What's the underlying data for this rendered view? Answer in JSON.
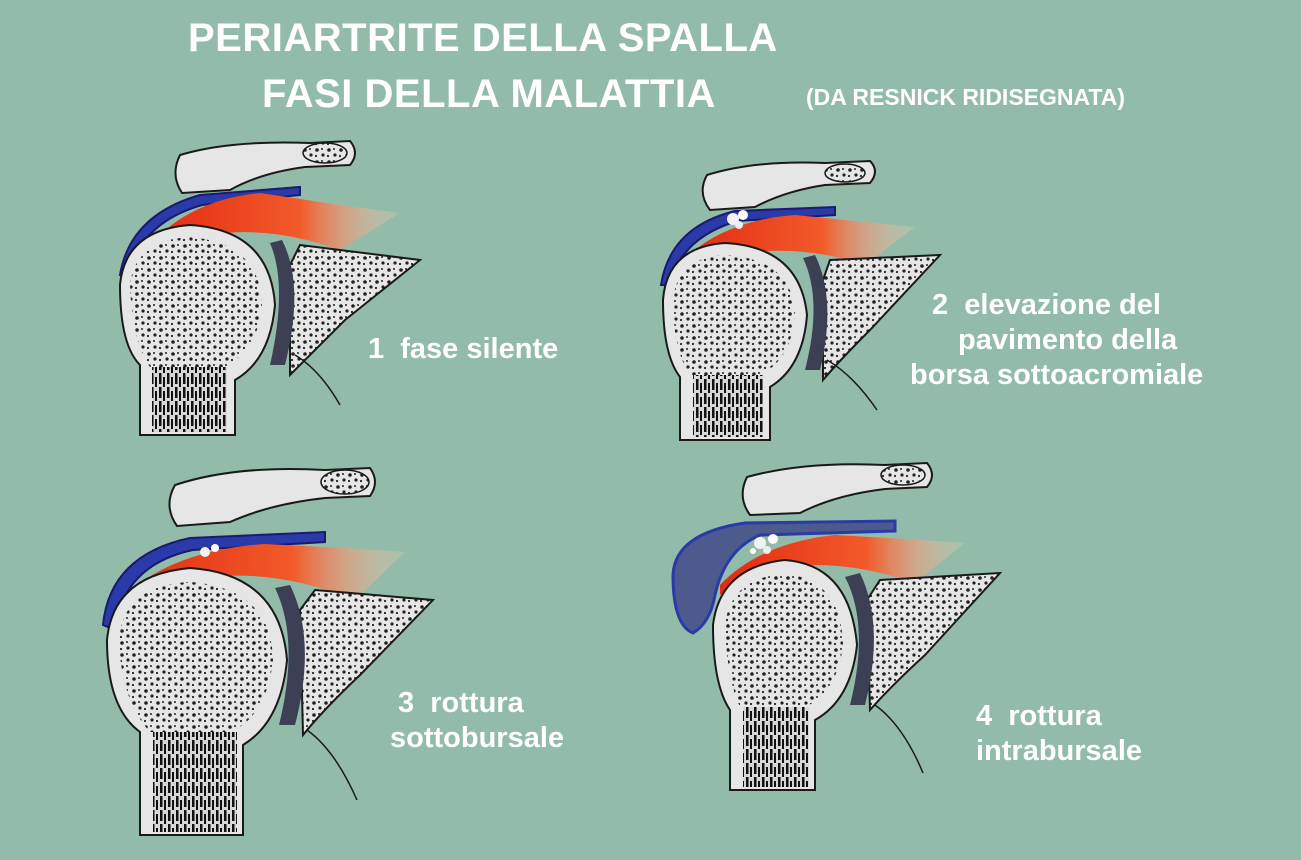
{
  "header": {
    "title_line1": "PERIARTRITE DELLA SPALLA",
    "title_line2": "FASI DELLA MALATTIA",
    "source_note": "(DA RESNICK RIDISEGNATA)"
  },
  "stages": [
    {
      "number": "1",
      "lines": [
        "fase silente"
      ]
    },
    {
      "number": "2",
      "lines": [
        "elevazione del",
        "pavimento della",
        "borsa sottoacromiale"
      ]
    },
    {
      "number": "3",
      "lines": [
        "rottura",
        "sottobursale"
      ]
    },
    {
      "number": "4",
      "lines": [
        "rottura",
        "intrabursale"
      ]
    }
  ],
  "colors": {
    "background": "#93bba9",
    "bursa": "#2a3aa8",
    "bursa_fluid": "#4c5a8c",
    "tendon_inflamed": "#e8341c",
    "bone": "#e6e6e6",
    "bone_outline": "#1a1a1a",
    "text": "#ffffff"
  }
}
